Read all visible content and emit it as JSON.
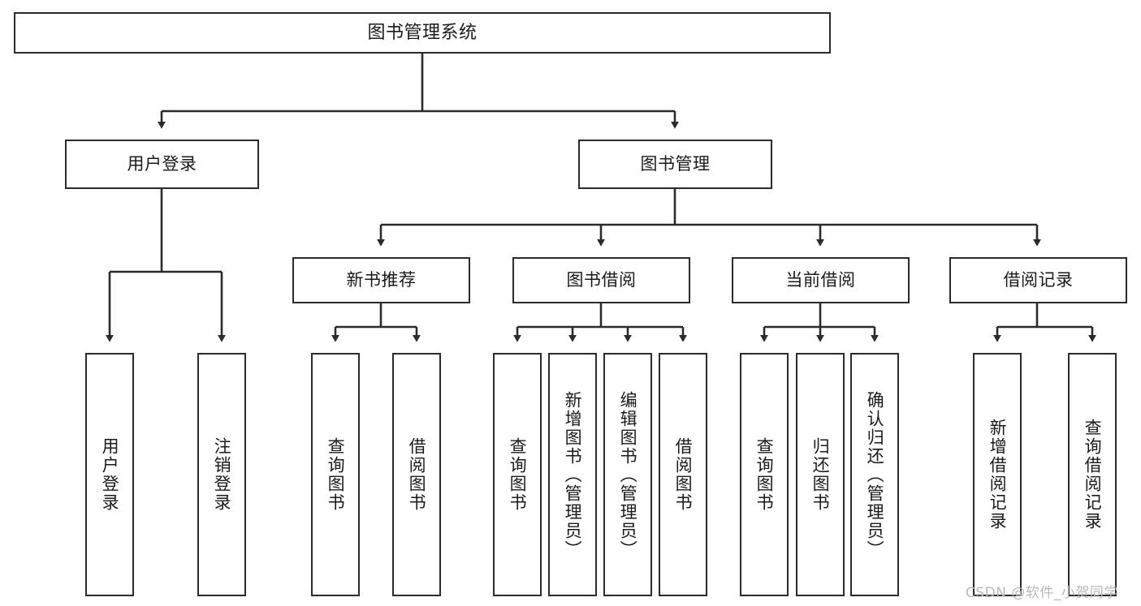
{
  "diagram": {
    "type": "tree",
    "title": "图书管理系统",
    "style": {
      "box_fill": "#ffffff",
      "box_stroke": "#2b2b2b",
      "edge_color": "#2b2b2b",
      "text_color": "#1a1a1a",
      "background": "#ffffff",
      "watermark_color": "#b9b9b9"
    },
    "root": {
      "label": "图书管理系统",
      "level": 0
    },
    "level1": [
      {
        "label": "用户登录"
      },
      {
        "label": "图书管理"
      }
    ],
    "level2": [
      {
        "label": "新书推荐"
      },
      {
        "label": "图书借阅"
      },
      {
        "label": "当前借阅"
      },
      {
        "label": "借阅记录"
      }
    ],
    "leaves": {
      "user_login": [
        {
          "label": "用户登录"
        },
        {
          "label": "注销登录"
        }
      ],
      "new_book_recommend": [
        {
          "label": "查询图书"
        },
        {
          "label": "借阅图书"
        }
      ],
      "book_borrow": [
        {
          "label": "查询图书"
        },
        {
          "label": "新增图书（管理员）"
        },
        {
          "label": "编辑图书（管理员）"
        },
        {
          "label": "借阅图书"
        }
      ],
      "current_borrow": [
        {
          "label": "查询图书"
        },
        {
          "label": "归还图书"
        },
        {
          "label": "确认归还（管理员）"
        }
      ],
      "borrow_record": [
        {
          "label": "新增借阅记录"
        },
        {
          "label": "查询借阅记录"
        }
      ]
    }
  },
  "watermark": {
    "text": "CSDN @软件_小贺同学"
  }
}
